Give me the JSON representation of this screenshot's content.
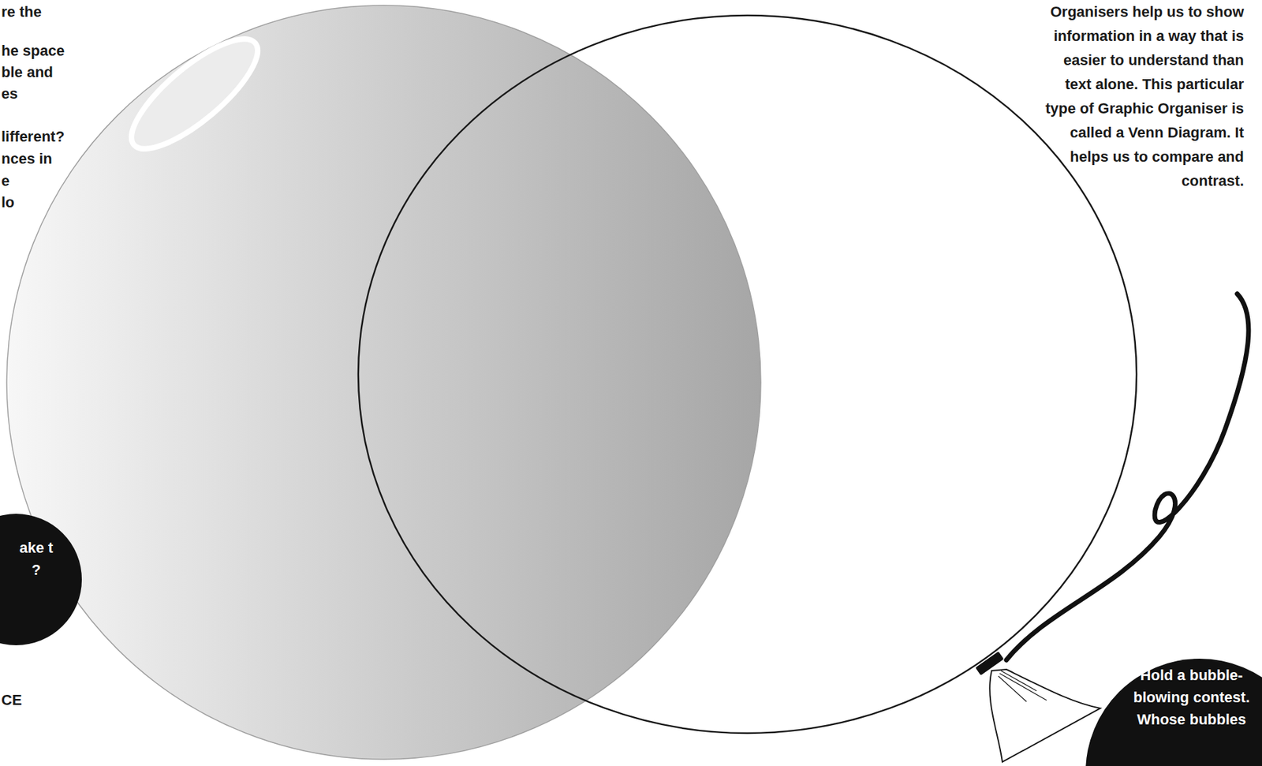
{
  "diagram": {
    "nodes": [
      {
        "text": [
          "ake t ?"
        ]
      },
      {
        "text": [
          "Hold a bubble- blowing contest. Whose bubbles"
        ]
      }
    ],
    "labels": [
      "re the",
      "he space",
      "ble and",
      "es",
      "lifferent?",
      "nces in",
      "e",
      "lo",
      "Organisers help us to show information in a way that is easier to understand than text alone.   This particular type of  Graphic Organiser is called a Venn Diagram. It helps us to compare and contrast.",
      "CE"
    ]
  }
}
